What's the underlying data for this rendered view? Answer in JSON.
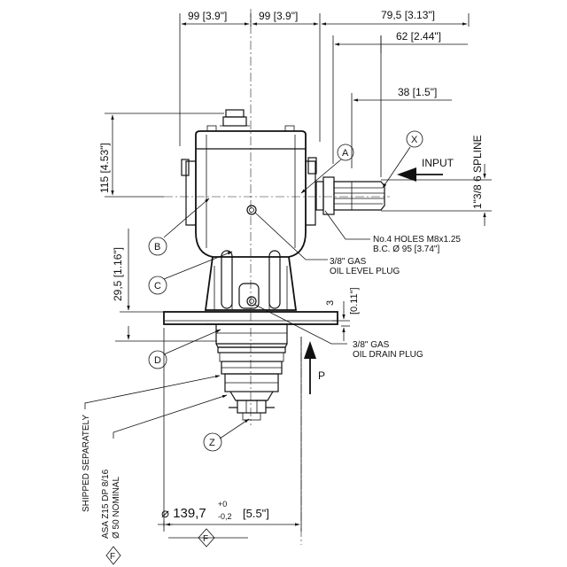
{
  "dimensions": {
    "d99_left": "99 [3.9\"]",
    "d99_right": "99 [3.9\"]",
    "d79": "79,5 [3.13\"]",
    "d62": "62 [2.44\"]",
    "d38": "38 [1.5\"]",
    "d115": "115 [4.53\"]",
    "d29": "29,5 [1.16\"]",
    "d3": "3",
    "d011": "[0.11\"]",
    "spline": "1\"3/8 6 SPLINE",
    "d139_prefix": "⌀ 139,7",
    "d139_tol_plus": "+0",
    "d139_tol_minus": "-0,2",
    "d139_inch": "[5.5\"]"
  },
  "callouts": {
    "A": "A",
    "B": "B",
    "C": "C",
    "D": "D",
    "X": "X",
    "Z": "Z",
    "F1": "F",
    "F2": "F"
  },
  "notes": {
    "input": "INPUT",
    "p": "P",
    "holes_1": "No.4 HOLES M8x1.25",
    "holes_2": "B.C. Ø 95 [3.74\"]",
    "level_1": "3/8\" GAS",
    "level_2": "OIL LEVEL PLUG",
    "drain_1": "3/8\" GAS",
    "drain_2": "OIL DRAIN PLUG",
    "shipped": "SHIPPED SEPARATELY",
    "asa": "ASA Z15 DP 8/16",
    "nominal": "Ø 50 NOMINAL"
  }
}
